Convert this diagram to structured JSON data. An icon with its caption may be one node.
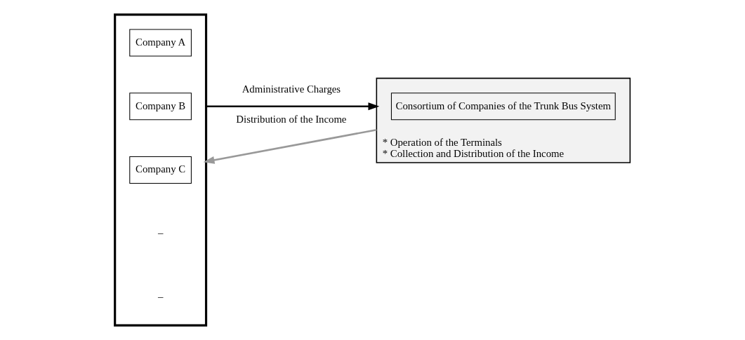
{
  "diagram": {
    "nodes": [
      {
        "text": [],
        "shape": "box"
      },
      {
        "text": [
          "Company A"
        ],
        "in": 0
      },
      {
        "text": [
          "Company B"
        ],
        "in": 0
      },
      {
        "text": [
          "Company C"
        ],
        "in": 0
      },
      {
        "text": [
          "* Operation of the Terminals",
          "* Collection and Distribution of the Income"
        ]
      },
      {
        "text": [
          "Consortium of Companies of the Trunk Bus System"
        ],
        "in": 4
      }
    ],
    "edges": [
      {
        "from": 0,
        "to": 4,
        "arrow": "to",
        "label": "Administrative Charges"
      },
      {
        "from": 4,
        "to": 0,
        "arrow": "to",
        "label": "Distribution of the Income",
        "color": "#999999"
      }
    ],
    "labels": [
      "–",
      "–"
    ]
  }
}
